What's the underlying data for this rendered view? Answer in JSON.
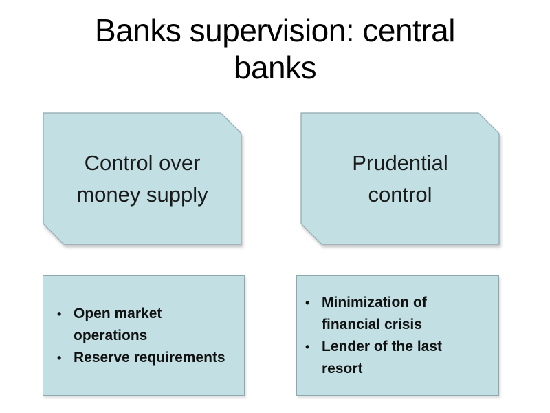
{
  "colors": {
    "box_fill": "#c2e0e3",
    "box_border": "#8fa7ae",
    "text": "#1a1a1a",
    "background": "#ffffff"
  },
  "title": "Banks supervision: central banks",
  "bullet_glyph": "•",
  "top_boxes": [
    {
      "label": "Control over money supply"
    },
    {
      "label": "Prudential control"
    }
  ],
  "bottom_boxes": [
    {
      "bullets": [
        "Open market operations",
        "Reserve requirements"
      ]
    },
    {
      "bullets": [
        "Minimization of financial crisis",
        "Lender of the last resort"
      ]
    }
  ]
}
